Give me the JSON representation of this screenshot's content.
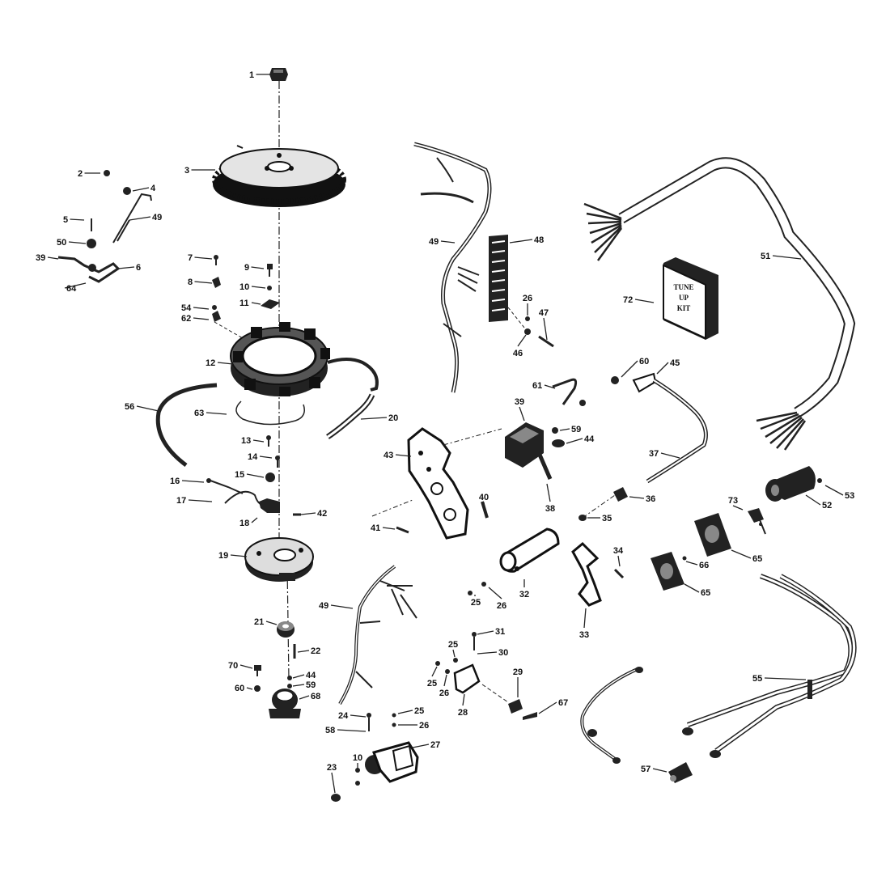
{
  "diagram": {
    "kit_label": [
      "TUNE",
      "UP",
      "KIT"
    ],
    "parts": [
      {
        "id": "p1",
        "label": "1"
      },
      {
        "id": "p2",
        "label": "2"
      },
      {
        "id": "p3",
        "label": "3"
      },
      {
        "id": "p4",
        "label": "4"
      },
      {
        "id": "p5",
        "label": "5"
      },
      {
        "id": "p50",
        "label": "50"
      },
      {
        "id": "p39a",
        "label": "39"
      },
      {
        "id": "p6",
        "label": "6"
      },
      {
        "id": "p64",
        "label": "64"
      },
      {
        "id": "p49a",
        "label": "49"
      },
      {
        "id": "p7",
        "label": "7"
      },
      {
        "id": "p8",
        "label": "8"
      },
      {
        "id": "p54",
        "label": "54"
      },
      {
        "id": "p62",
        "label": "62"
      },
      {
        "id": "p9",
        "label": "9"
      },
      {
        "id": "p10a",
        "label": "10"
      },
      {
        "id": "p11",
        "label": "11"
      },
      {
        "id": "p12",
        "label": "12"
      },
      {
        "id": "p56",
        "label": "56"
      },
      {
        "id": "p63",
        "label": "63"
      },
      {
        "id": "p20",
        "label": "20"
      },
      {
        "id": "p13",
        "label": "13"
      },
      {
        "id": "p14",
        "label": "14"
      },
      {
        "id": "p15",
        "label": "15"
      },
      {
        "id": "p16",
        "label": "16"
      },
      {
        "id": "p17",
        "label": "17"
      },
      {
        "id": "p18",
        "label": "18"
      },
      {
        "id": "p42",
        "label": "42"
      },
      {
        "id": "p19",
        "label": "19"
      },
      {
        "id": "p21",
        "label": "21"
      },
      {
        "id": "p22",
        "label": "22"
      },
      {
        "id": "p70",
        "label": "70"
      },
      {
        "id": "p60a",
        "label": "60"
      },
      {
        "id": "p44a",
        "label": "44"
      },
      {
        "id": "p59a",
        "label": "59"
      },
      {
        "id": "p68",
        "label": "68"
      },
      {
        "id": "p49b",
        "label": "49"
      },
      {
        "id": "p48",
        "label": "48"
      },
      {
        "id": "p26a",
        "label": "26"
      },
      {
        "id": "p47",
        "label": "47"
      },
      {
        "id": "p46",
        "label": "46"
      },
      {
        "id": "p51",
        "label": "51"
      },
      {
        "id": "p72",
        "label": "72"
      },
      {
        "id": "p61",
        "label": "61"
      },
      {
        "id": "p60b",
        "label": "60"
      },
      {
        "id": "p45",
        "label": "45"
      },
      {
        "id": "p39b",
        "label": "39"
      },
      {
        "id": "p59b",
        "label": "59"
      },
      {
        "id": "p44b",
        "label": "44"
      },
      {
        "id": "p43",
        "label": "43"
      },
      {
        "id": "p40",
        "label": "40"
      },
      {
        "id": "p38",
        "label": "38"
      },
      {
        "id": "p41",
        "label": "41"
      },
      {
        "id": "p37",
        "label": "37"
      },
      {
        "id": "p36",
        "label": "36"
      },
      {
        "id": "p35",
        "label": "35"
      },
      {
        "id": "p53",
        "label": "53"
      },
      {
        "id": "p52",
        "label": "52"
      },
      {
        "id": "p73",
        "label": "73"
      },
      {
        "id": "p66",
        "label": "66"
      },
      {
        "id": "p65a",
        "label": "65"
      },
      {
        "id": "p65b",
        "label": "65"
      },
      {
        "id": "p34",
        "label": "34"
      },
      {
        "id": "p32",
        "label": "32"
      },
      {
        "id": "p33",
        "label": "33"
      },
      {
        "id": "p25a",
        "label": "25"
      },
      {
        "id": "p26b",
        "label": "26"
      },
      {
        "id": "p49c",
        "label": "49"
      },
      {
        "id": "p31",
        "label": "31"
      },
      {
        "id": "p30",
        "label": "30"
      },
      {
        "id": "p25b",
        "label": "25"
      },
      {
        "id": "p25c",
        "label": "25"
      },
      {
        "id": "p26c",
        "label": "26"
      },
      {
        "id": "p29",
        "label": "29"
      },
      {
        "id": "p28",
        "label": "28"
      },
      {
        "id": "p67",
        "label": "67"
      },
      {
        "id": "p24",
        "label": "24"
      },
      {
        "id": "p58",
        "label": "58"
      },
      {
        "id": "p25d",
        "label": "25"
      },
      {
        "id": "p26d",
        "label": "26"
      },
      {
        "id": "p27",
        "label": "27"
      },
      {
        "id": "p10b",
        "label": "10"
      },
      {
        "id": "p23",
        "label": "23"
      },
      {
        "id": "p55",
        "label": "55"
      },
      {
        "id": "p57",
        "label": "57"
      }
    ]
  }
}
